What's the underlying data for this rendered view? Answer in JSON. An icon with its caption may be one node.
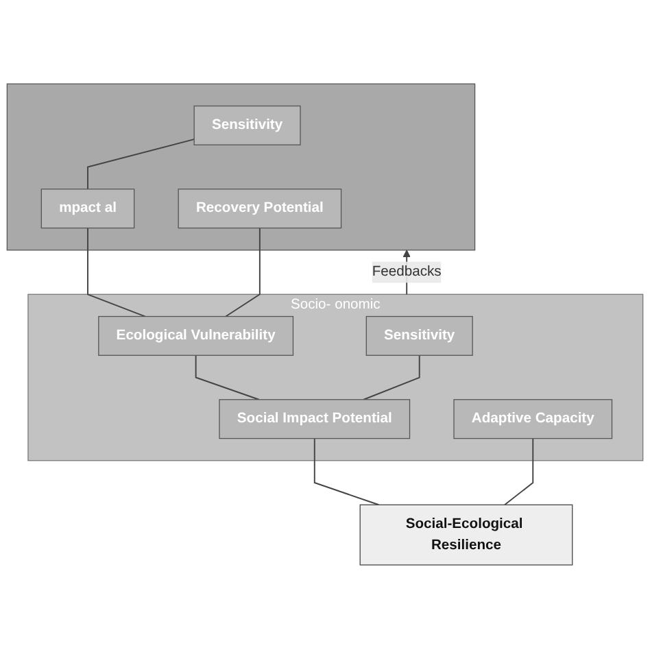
{
  "diagram": {
    "nodes": [
      {
        "text": [],
        "shape": "box"
      },
      {
        "text": [
          "Sensitivity"
        ],
        "in": 0
      },
      {
        "text": [
          "mpact al"
        ],
        "in": 0
      },
      {
        "text": [
          "Recovery Potential"
        ],
        "in": 0
      },
      {
        "text": [
          "Socio- onomic"
        ]
      },
      {
        "text": [
          "Ecological Vulnerability"
        ],
        "in": 4
      },
      {
        "text": [
          "Sensitivity"
        ],
        "in": 4
      },
      {
        "text": [
          "Social Impact Potential"
        ],
        "in": 4
      },
      {
        "text": [
          "Adaptive Capacity"
        ],
        "in": 4
      },
      {
        "text": [
          "Social-Ecological Resilience"
        ]
      }
    ],
    "edges": [
      {
        "from": 1,
        "to": 2,
        "arrow": "none"
      },
      {
        "from": 2,
        "to": 5,
        "arrow": "none"
      },
      {
        "from": 3,
        "to": 5,
        "arrow": "none"
      },
      {
        "from": 5,
        "to": 7,
        "arrow": "none"
      },
      {
        "from": 6,
        "to": 7,
        "arrow": "none"
      },
      {
        "from": 7,
        "to": 9,
        "arrow": "none"
      },
      {
        "from": 8,
        "to": 9,
        "arrow": "none"
      },
      {
        "from": 4,
        "to": 0,
        "arrow": "to",
        "label": "Feedbacks"
      }
    ]
  }
}
